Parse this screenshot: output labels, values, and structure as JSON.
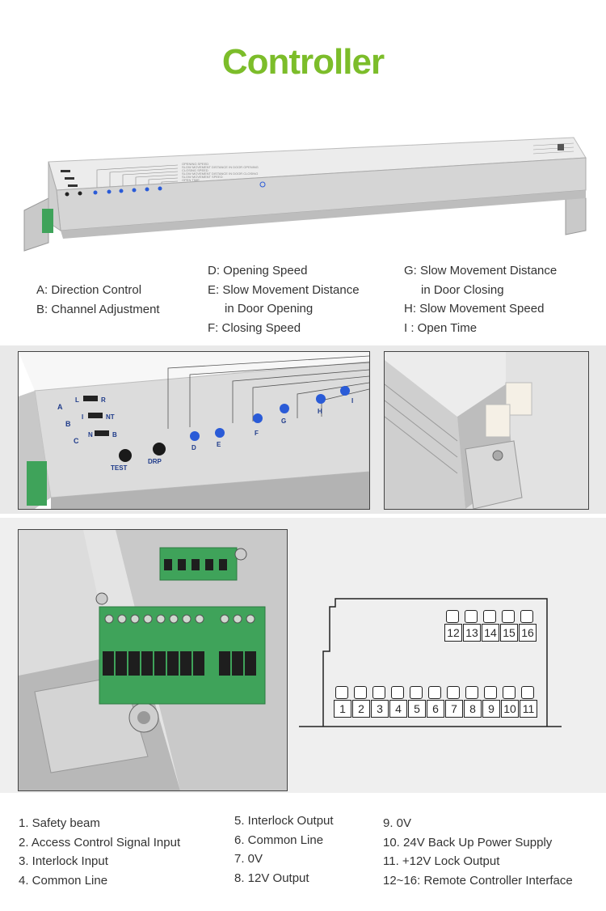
{
  "title": "Controller",
  "labels_top": {
    "col1": [
      "A: Direction Control",
      "B: Channel Adjustment"
    ],
    "col2": [
      "D:  Opening Speed",
      "E:  Slow Movement Distance",
      "in Door Opening",
      "F:  Closing Speed"
    ],
    "col3": [
      "G:  Slow Movement Distance",
      "in Door Closing",
      "H:  Slow Movement Speed",
      "I :  Open Time"
    ]
  },
  "closeup": {
    "switch_letters": [
      "A",
      "B",
      "C"
    ],
    "switch_labels": [
      "L",
      "R",
      "I",
      "NT",
      "N",
      "B"
    ],
    "buttons": [
      "TEST",
      "DRP"
    ],
    "pots": [
      "D",
      "E",
      "F",
      "G",
      "H",
      "I"
    ]
  },
  "terminal_diagram": {
    "top_row": [
      "12",
      "13",
      "14",
      "15",
      "16"
    ],
    "bottom_row": [
      "1",
      "2",
      "3",
      "4",
      "5",
      "6",
      "7",
      "8",
      "9",
      "10",
      "11"
    ]
  },
  "legend": {
    "col1": [
      "1. Safety beam",
      "2. Access Control Signal Input",
      "3. Interlock Input",
      "4. Common Line"
    ],
    "col2": [
      "5. Interlock Output",
      "6. Common Line",
      "7. 0V",
      "8. 12V Output"
    ],
    "col3": [
      "9. 0V",
      "10. 24V Back Up Power Supply",
      "11. +12V Lock Output",
      "12~16: Remote Controller Interface"
    ]
  },
  "colors": {
    "title_green": "#7cbd2a",
    "pot_blue": "#2a5bd7",
    "terminal_green": "#3fa35a"
  }
}
